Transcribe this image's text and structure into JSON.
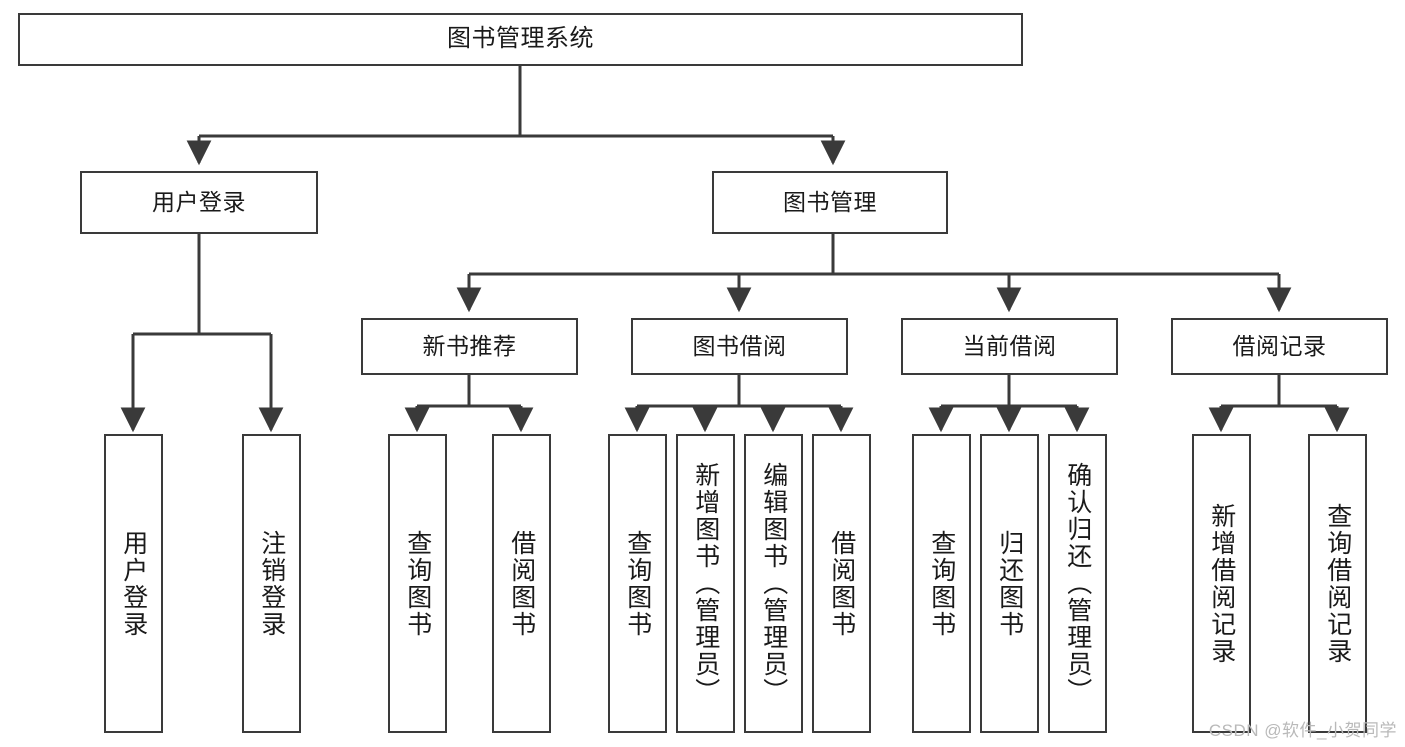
{
  "diagram": {
    "title": "图书管理系统",
    "type": "tree",
    "watermark": "CSDN @软件_小贺同学",
    "colors": {
      "background": "#ffffff",
      "box_border": "#3a3a3a",
      "box_fill": "#ffffff",
      "edge": "#3a3a3a",
      "text": "#1a1a1a",
      "watermark": "#b9b9b9"
    },
    "nodes": {
      "root": {
        "label": "图书管理系统"
      },
      "level2": [
        {
          "label": "用户登录"
        },
        {
          "label": "图书管理"
        }
      ],
      "level3": [
        {
          "label": "新书推荐"
        },
        {
          "label": "图书借阅"
        },
        {
          "label": "当前借阅"
        },
        {
          "label": "借阅记录"
        }
      ],
      "leaves": {
        "user_login": [
          {
            "label": "用户登录"
          },
          {
            "label": "注销登录"
          }
        ],
        "new_book_recommend": [
          {
            "label": "查询图书"
          },
          {
            "label": "借阅图书"
          }
        ],
        "book_borrow": [
          {
            "label": "查询图书"
          },
          {
            "label": "新增图书（管理员）"
          },
          {
            "label": "编辑图书（管理员）"
          },
          {
            "label": "借阅图书"
          }
        ],
        "current_borrow": [
          {
            "label": "查询图书"
          },
          {
            "label": "归还图书"
          },
          {
            "label": "确认归还（管理员）"
          }
        ],
        "borrow_record": [
          {
            "label": "新增借阅记录"
          },
          {
            "label": "查询借阅记录"
          }
        ]
      }
    }
  }
}
